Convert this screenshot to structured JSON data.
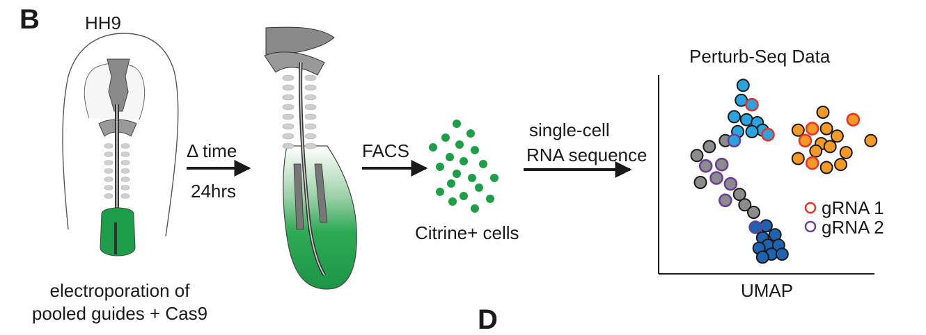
{
  "panel_b": {
    "letter": "B"
  },
  "panel_d": {
    "letter": "D"
  },
  "stage_label": "HH9",
  "caption": {
    "line1": "electroporation of",
    "line2": "pooled guides + Cas9"
  },
  "step1": {
    "top": "Δ time",
    "bottom": "24hrs"
  },
  "step2": {
    "top": "FACS"
  },
  "cells_label": "Citrine+ cells",
  "step3": {
    "line1": "single-cell",
    "line2": "RNA sequence"
  },
  "plot": {
    "title": "Perturb-Seq Data",
    "xlabel": "UMAP",
    "legend": [
      {
        "label": "gRNA 1",
        "ring_color": "#e8322a"
      },
      {
        "label": "gRNA 2",
        "ring_color": "#6b3f98"
      }
    ]
  },
  "colors": {
    "citrine_green": "#1f9e49",
    "cluster_gray": "#8c8c8c",
    "cluster_lightblue": "#2aa3de",
    "cluster_orange": "#f39a26",
    "cluster_darkblue": "#1f63b0"
  },
  "chart_data": {
    "type": "scatter",
    "title": "Perturb-Seq Data",
    "xlabel": "UMAP",
    "ylabel": "",
    "grid": false,
    "legend_position": "right",
    "legend": [
      "gRNA 1",
      "gRNA 2"
    ],
    "clusters": [
      {
        "color": "#8c8c8c",
        "points": [
          {
            "x": 2.5,
            "y": 7.8,
            "ring": "none"
          },
          {
            "x": 1.6,
            "y": 7.4,
            "ring": "none"
          },
          {
            "x": 0.9,
            "y": 6.8,
            "ring": "none"
          },
          {
            "x": 1.4,
            "y": 6.1,
            "ring": "gRNA 2"
          },
          {
            "x": 2.3,
            "y": 6.2,
            "ring": "gRNA 2"
          },
          {
            "x": 2.0,
            "y": 5.3,
            "ring": "gRNA 2"
          },
          {
            "x": 1.1,
            "y": 5.0,
            "ring": "none"
          },
          {
            "x": 2.8,
            "y": 4.9,
            "ring": "gRNA 2"
          },
          {
            "x": 3.3,
            "y": 4.2,
            "ring": "none"
          },
          {
            "x": 2.5,
            "y": 3.8,
            "ring": "gRNA 2"
          },
          {
            "x": 3.6,
            "y": 3.5,
            "ring": "none"
          },
          {
            "x": 4.1,
            "y": 3.0,
            "ring": "none"
          }
        ]
      },
      {
        "color": "#2aa3de",
        "points": [
          {
            "x": 3.5,
            "y": 11.5,
            "ring": "none"
          },
          {
            "x": 3.4,
            "y": 10.5,
            "ring": "none"
          },
          {
            "x": 4.0,
            "y": 10.2,
            "ring": "gRNA 1"
          },
          {
            "x": 3.0,
            "y": 9.4,
            "ring": "none"
          },
          {
            "x": 3.7,
            "y": 9.2,
            "ring": "none"
          },
          {
            "x": 4.3,
            "y": 9.0,
            "ring": "none"
          },
          {
            "x": 4.6,
            "y": 8.5,
            "ring": "none"
          },
          {
            "x": 4.0,
            "y": 8.4,
            "ring": "none"
          },
          {
            "x": 3.2,
            "y": 8.4,
            "ring": "none"
          },
          {
            "x": 4.9,
            "y": 8.2,
            "ring": "gRNA 1"
          },
          {
            "x": 3.0,
            "y": 7.8,
            "ring": "gRNA 2"
          }
        ]
      },
      {
        "color": "#f39a26",
        "points": [
          {
            "x": 8.0,
            "y": 9.7,
            "ring": "none"
          },
          {
            "x": 9.7,
            "y": 9.2,
            "ring": "gRNA 1"
          },
          {
            "x": 6.6,
            "y": 8.5,
            "ring": "none"
          },
          {
            "x": 7.4,
            "y": 8.6,
            "ring": "gRNA 1"
          },
          {
            "x": 8.2,
            "y": 8.6,
            "ring": "none"
          },
          {
            "x": 10.7,
            "y": 7.8,
            "ring": "none"
          },
          {
            "x": 7.0,
            "y": 7.8,
            "ring": "gRNA 1"
          },
          {
            "x": 7.9,
            "y": 7.6,
            "ring": "none"
          },
          {
            "x": 8.8,
            "y": 8.1,
            "ring": "none"
          },
          {
            "x": 8.4,
            "y": 7.4,
            "ring": "none"
          },
          {
            "x": 7.6,
            "y": 7.1,
            "ring": "none"
          },
          {
            "x": 9.3,
            "y": 7.0,
            "ring": "none"
          },
          {
            "x": 6.6,
            "y": 6.6,
            "ring": "none"
          },
          {
            "x": 7.4,
            "y": 6.3,
            "ring": "gRNA 1"
          },
          {
            "x": 8.2,
            "y": 6.0,
            "ring": "none"
          },
          {
            "x": 9.0,
            "y": 6.2,
            "ring": "none"
          }
        ]
      },
      {
        "color": "#1f63b0",
        "points": [
          {
            "x": 4.8,
            "y": 2.1,
            "ring": "none"
          },
          {
            "x": 4.2,
            "y": 2.0,
            "ring": "gRNA 2"
          },
          {
            "x": 5.3,
            "y": 1.5,
            "ring": "none"
          },
          {
            "x": 4.6,
            "y": 1.3,
            "ring": "none"
          },
          {
            "x": 4.9,
            "y": 0.8,
            "ring": "none"
          },
          {
            "x": 5.5,
            "y": 0.8,
            "ring": "none"
          },
          {
            "x": 4.4,
            "y": 0.6,
            "ring": "none"
          },
          {
            "x": 5.1,
            "y": 0.2,
            "ring": "none"
          },
          {
            "x": 5.7,
            "y": 0.2,
            "ring": "none"
          },
          {
            "x": 4.6,
            "y": 0.0,
            "ring": "none"
          }
        ]
      }
    ]
  }
}
